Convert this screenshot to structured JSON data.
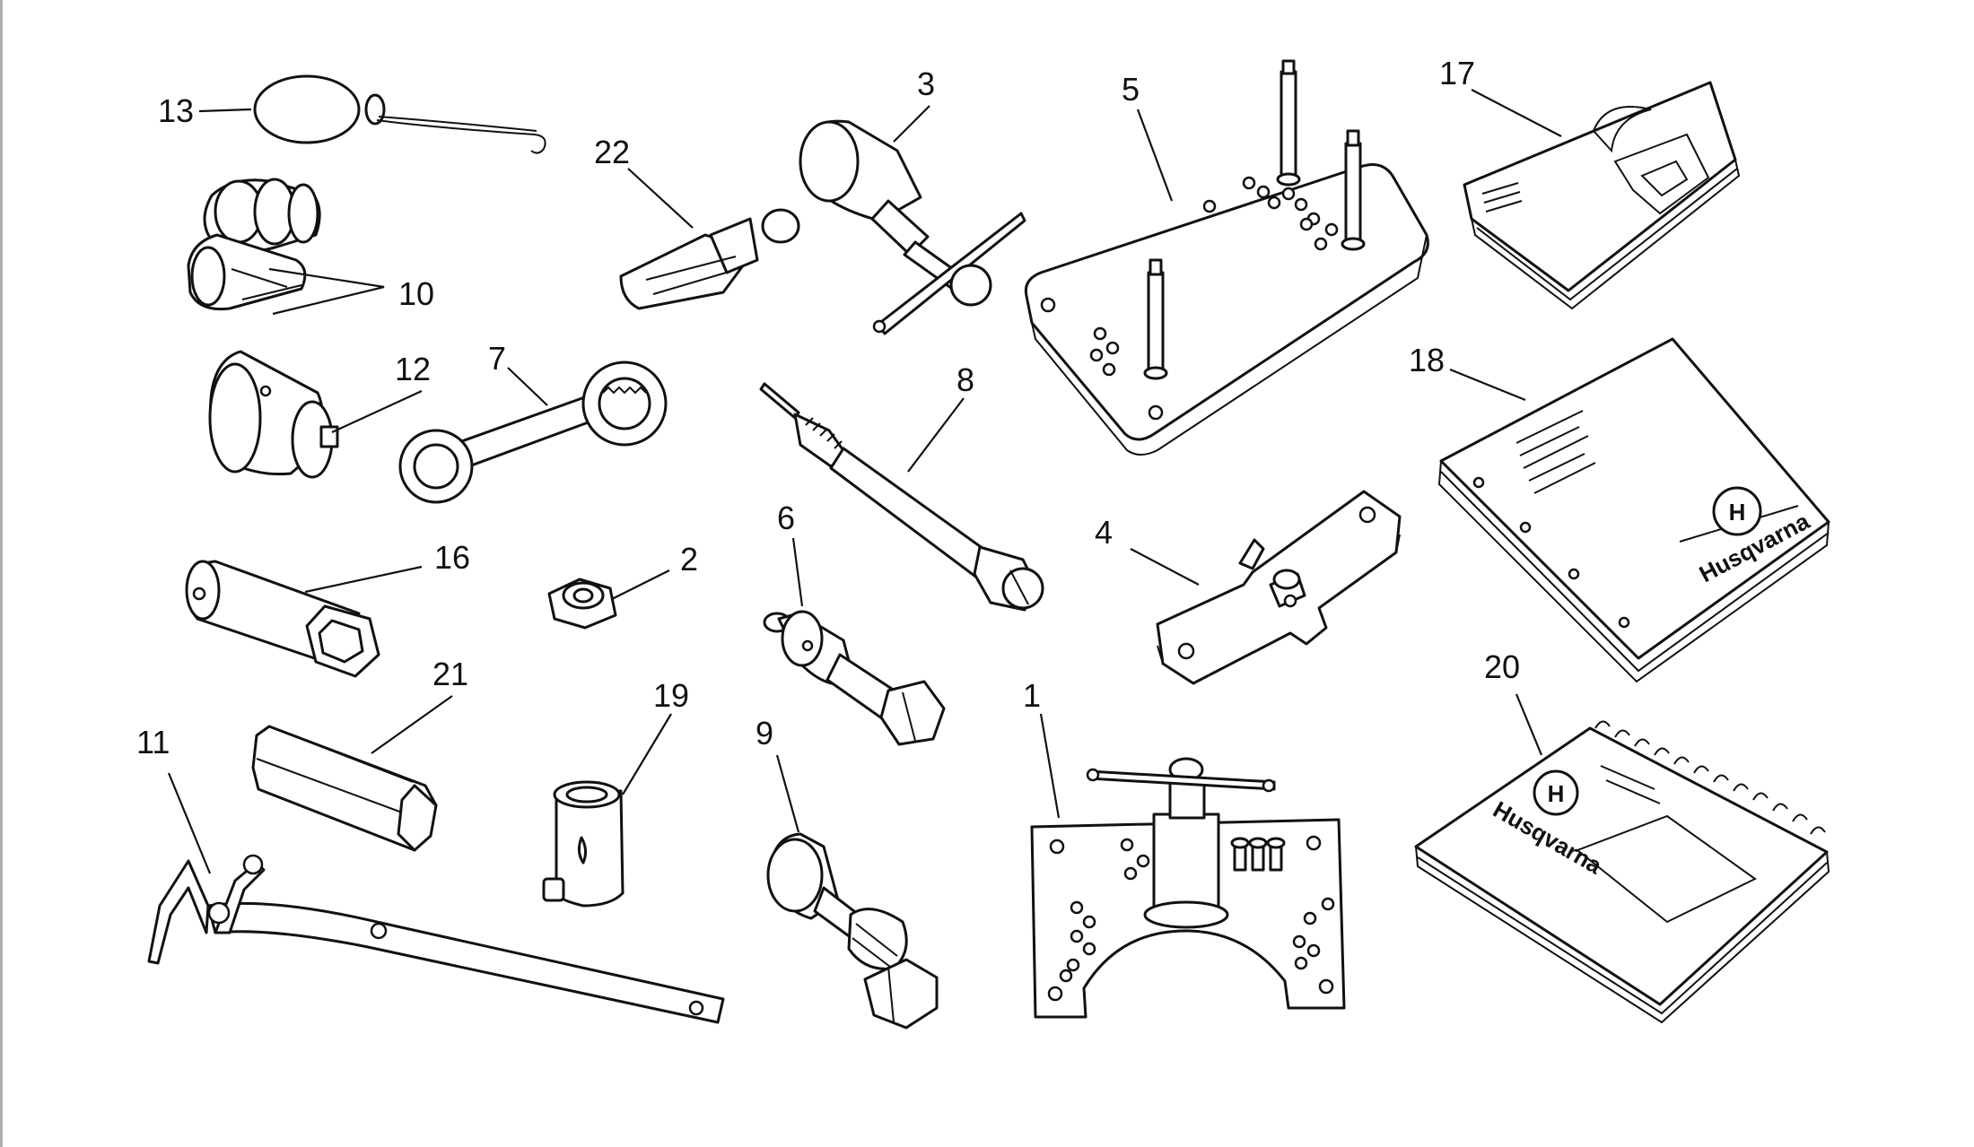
{
  "callouts": [
    {
      "id": "c13",
      "text": "13"
    },
    {
      "id": "c22",
      "text": "22"
    },
    {
      "id": "c3",
      "text": "3"
    },
    {
      "id": "c5",
      "text": "5"
    },
    {
      "id": "c17",
      "text": "17"
    },
    {
      "id": "c10",
      "text": "10"
    },
    {
      "id": "c12",
      "text": "12"
    },
    {
      "id": "c7",
      "text": "7"
    },
    {
      "id": "c8",
      "text": "8"
    },
    {
      "id": "c18",
      "text": "18"
    },
    {
      "id": "c16",
      "text": "16"
    },
    {
      "id": "c2",
      "text": "2"
    },
    {
      "id": "c6",
      "text": "6"
    },
    {
      "id": "c4",
      "text": "4"
    },
    {
      "id": "c21",
      "text": "21"
    },
    {
      "id": "c19",
      "text": "19"
    },
    {
      "id": "c20",
      "text": "20"
    },
    {
      "id": "c11",
      "text": "11"
    },
    {
      "id": "c9",
      "text": "9"
    },
    {
      "id": "c1",
      "text": "1"
    }
  ],
  "brand": {
    "manual_18_logo_text": "Husqvarna",
    "manual_20_logo_text": "Husqvarna"
  },
  "icons": {
    "brand_emblem": "husqvarna-crown-h-icon"
  }
}
